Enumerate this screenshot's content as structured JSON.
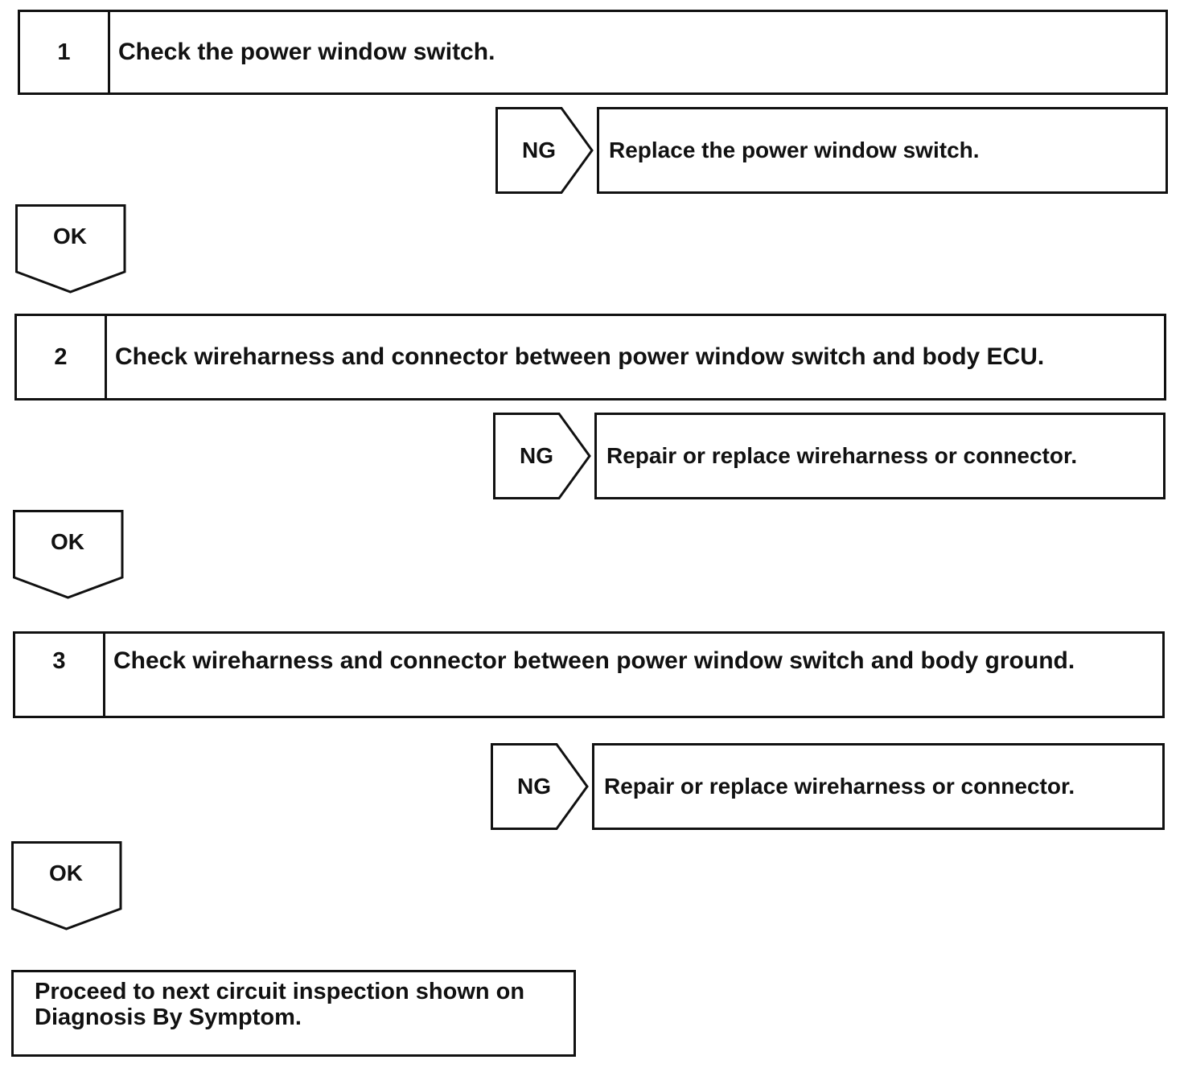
{
  "steps": [
    {
      "number": "1",
      "text": "Check the power window switch.",
      "ng_label": "NG",
      "ng_action": "Replace the power window switch.",
      "ok_label": "OK"
    },
    {
      "number": "2",
      "text": "Check wireharness and connector between power window switch and body ECU.",
      "ng_label": "NG",
      "ng_action": "Repair or replace wireharness or connector.",
      "ok_label": "OK"
    },
    {
      "number": "3",
      "text": "Check wireharness and connector between power window switch and body ground.",
      "ng_label": "NG",
      "ng_action": "Repair or replace wireharness or connector.",
      "ok_label": "OK"
    }
  ],
  "final": {
    "line1": "Proceed to next circuit inspection shown on",
    "line2": "Diagnosis By Symptom."
  }
}
